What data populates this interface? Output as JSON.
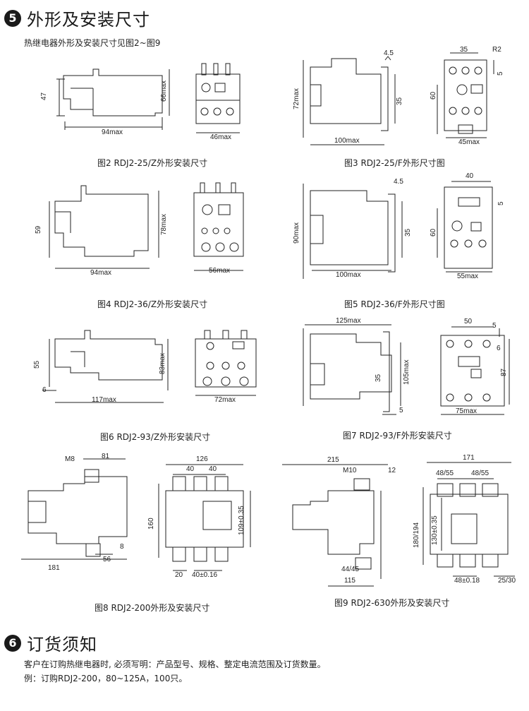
{
  "section5": {
    "number": "5",
    "title": "外形及安装尺寸",
    "subtitle": "热继电器外形及安装尺寸见图2~图9"
  },
  "figures": {
    "fig2": {
      "caption": "图2 RDJ2-25/Z外形安装尺寸",
      "dims": [
        "47",
        "66max",
        "94max",
        "46max"
      ]
    },
    "fig3": {
      "caption": "图3 RDJ2-25/F外形尺寸图",
      "dims": [
        "72max",
        "4.5",
        "35",
        "100max",
        "35",
        "R2",
        "5",
        "60",
        "45max"
      ]
    },
    "fig4": {
      "caption": "图4 RDJ2-36/Z外形安装尺寸",
      "dims": [
        "59",
        "78max",
        "94max",
        "56max"
      ]
    },
    "fig5": {
      "caption": "图5 RDJ2-36/F外形尺寸图",
      "dims": [
        "90max",
        "4.5",
        "35",
        "100max",
        "40",
        "60",
        "5",
        "55max"
      ]
    },
    "fig6": {
      "caption": "图6 RDJ2-93/Z外形安装尺寸",
      "dims": [
        "55",
        "83max",
        "6",
        "117max",
        "72max"
      ]
    },
    "fig7": {
      "caption": "图7 RDJ2-93/F外形安装尺寸",
      "dims": [
        "125max",
        "35",
        "105max",
        "5",
        "50",
        "5",
        "6",
        "87",
        "75max"
      ]
    },
    "fig8": {
      "caption": "图8 RDJ2-200外形及安装尺寸",
      "dims": [
        "M8",
        "81",
        "181",
        "56",
        "8",
        "126",
        "40",
        "40",
        "160",
        "109±0.35",
        "20",
        "40±0.16"
      ]
    },
    "fig9": {
      "caption": "图9 RDJ2-630外形及安装尺寸",
      "dims": [
        "215",
        "M10",
        "12",
        "44/45",
        "115",
        "171",
        "48/55",
        "48/55",
        "180/194",
        "130±0.35",
        "48±0.18",
        "25/30"
      ]
    }
  },
  "section6": {
    "number": "6",
    "title": "订货须知",
    "line1": "客户在订购热继电器时, 必须写明：产品型号、规格、整定电流范围及订货数量。",
    "line2": "例：订购RDJ2-200，80~125A，100只。"
  }
}
